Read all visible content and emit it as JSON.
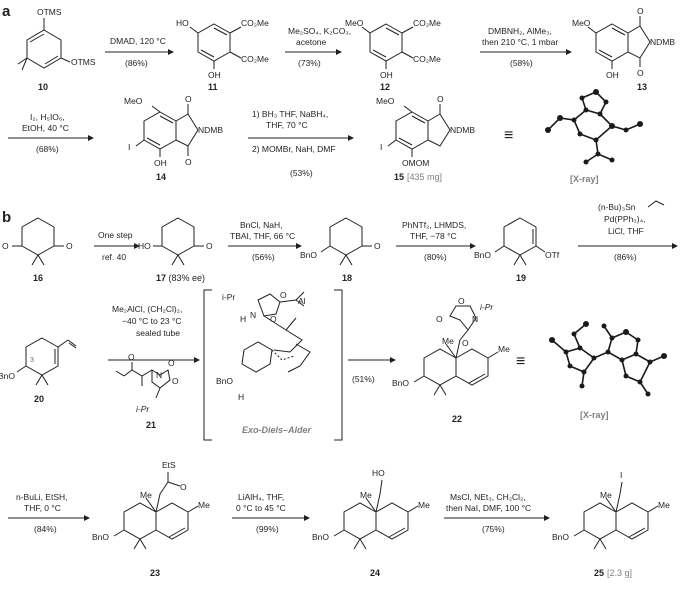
{
  "panels": {
    "a": "a",
    "b": "b"
  },
  "panel_a": {
    "c10": {
      "label": "10",
      "atoms": {
        "tms_top": "OTMS",
        "tms_bot": "OTMS"
      }
    },
    "step1": {
      "reagents": "DMAD, 120 °C",
      "yield": "(86%)"
    },
    "c11": {
      "label": "11",
      "atoms": {
        "ho": "HO",
        "co2me_top": "CO₂Me",
        "co2me_bot": "CO₂Me",
        "oh": "OH"
      }
    },
    "step2": {
      "reagents_1": "Me₂SO₄, K₂CO₃,",
      "reagents_2": "acetone",
      "yield": "(73%)"
    },
    "c12": {
      "label": "12",
      "atoms": {
        "meo": "MeO",
        "co2me_top": "CO₂Me",
        "co2me_bot": "CO₂Me",
        "oh": "OH"
      }
    },
    "step3": {
      "reagents_1": "DMBNH₂, AlMe₃,",
      "reagents_2": "then 210 °C, 1 mbar",
      "yield": "(58%)"
    },
    "c13": {
      "label": "13",
      "atoms": {
        "meo": "MeO",
        "o_top": "O",
        "ndmb": "NDMB",
        "o_bot": "O",
        "oh": "OH"
      }
    },
    "step4": {
      "reagents_1": "I₂, H₅IO₆,",
      "reagents_2": "EtOH, 40 °C",
      "yield": "(68%)"
    },
    "c14": {
      "label": "14",
      "atoms": {
        "meo": "MeO",
        "i": "I",
        "o_top": "O",
        "ndmb": "NDMB",
        "o_bot": "O",
        "oh": "OH"
      }
    },
    "step5": {
      "reagents_1": "1)  BH₃  THF, NaBH₄,",
      "reagents_2": "THF, 70 °C",
      "reagents_3": "2)  MOMBr, NaH, DMF",
      "yield": "(53%)"
    },
    "c15": {
      "label": "15",
      "amount": "[435 mg]",
      "atoms": {
        "meo": "MeO",
        "i": "I",
        "o": "O",
        "ndmb": "NDMB",
        "omom": "OMOM"
      }
    },
    "equiv": "≡",
    "xray": "[X-ray]"
  },
  "panel_b": {
    "c16": {
      "label": "16",
      "atoms": {
        "o_left": "O",
        "o_right": "O"
      }
    },
    "step1": {
      "reagents": "One step",
      "ref": "ref. 40"
    },
    "c17": {
      "label": "17",
      "ee": " (83% ee)",
      "atoms": {
        "ho": "HO",
        "o": "O"
      }
    },
    "step2": {
      "reagents_1": "BnCl, NaH,",
      "reagents_2": "TBAI, THF, 66 °C",
      "yield": "(56%)"
    },
    "c18": {
      "label": "18",
      "atoms": {
        "bno": "BnO",
        "o": "O"
      }
    },
    "step3": {
      "reagents_1": "PhNTf₂, LHMDS,",
      "reagents_2": "THF, −78 °C",
      "yield": "(80%)"
    },
    "c19": {
      "label": "19",
      "atoms": {
        "bno": "BnO",
        "otf": "OTf"
      }
    },
    "step4": {
      "reagents_1": "(n-Bu)₃Sn",
      "reagents_2": "Pd(PPh₃)₄,",
      "reagents_3": "LiCl, THF",
      "yield": "(86%)"
    },
    "c20": {
      "label": "20",
      "atoms": {
        "bno": "BnO",
        "c3": "3"
      }
    },
    "step5": {
      "reagents_1": "Me₂AlCl, (CH₂Cl)₂,",
      "reagents_2": "−40 °C to 23 °C",
      "reagents_3": "sealed tube"
    },
    "c21": {
      "label": "21",
      "atoms": {
        "o1": "O",
        "o2": "O",
        "n": "N",
        "o3": "O",
        "ipr": "i-Pr"
      }
    },
    "ts": {
      "caption": "Exo-Diels–Alder",
      "atoms": {
        "ipr": "i-Pr",
        "o1": "O",
        "o2": "O",
        "al": "Al",
        "n": "N",
        "h": "H",
        "bno": "BnO",
        "h2": "H"
      }
    },
    "yield5": "(51%)",
    "c22": {
      "label": "22",
      "atoms": {
        "o1": "O",
        "n": "N",
        "o2": "O",
        "ipr": "i-Pr",
        "me1": "Me",
        "o3": "O",
        "me2": "Me",
        "bno": "BnO"
      }
    },
    "equiv": "≡",
    "xray": "[X-ray]",
    "step6": {
      "reagents_1": "n-BuLi, EtSH,",
      "reagents_2": "THF, 0 °C",
      "yield": "(84%)"
    },
    "c23": {
      "label": "23",
      "atoms": {
        "ets": "EtS",
        "me1": "Me",
        "o": "O",
        "me2": "Me",
        "bno": "BnO"
      }
    },
    "step7": {
      "reagents_1": "LiAlH₄, THF,",
      "reagents_2": "0 °C to 45 °C",
      "yield": "(99%)"
    },
    "c24": {
      "label": "24",
      "atoms": {
        "ho": "HO",
        "me1": "Me",
        "me2": "Me",
        "bno": "BnO"
      }
    },
    "step8": {
      "reagents_1": "MsCl, NEt₃, CH₂Cl₂,",
      "reagents_2": "then NaI, DMF, 100 °C",
      "yield": "(75%)"
    },
    "c25": {
      "label": "25",
      "amount": "[2.3 g]",
      "atoms": {
        "i": "I",
        "me1": "Me",
        "me2": "Me",
        "bno": "BnO"
      }
    }
  }
}
